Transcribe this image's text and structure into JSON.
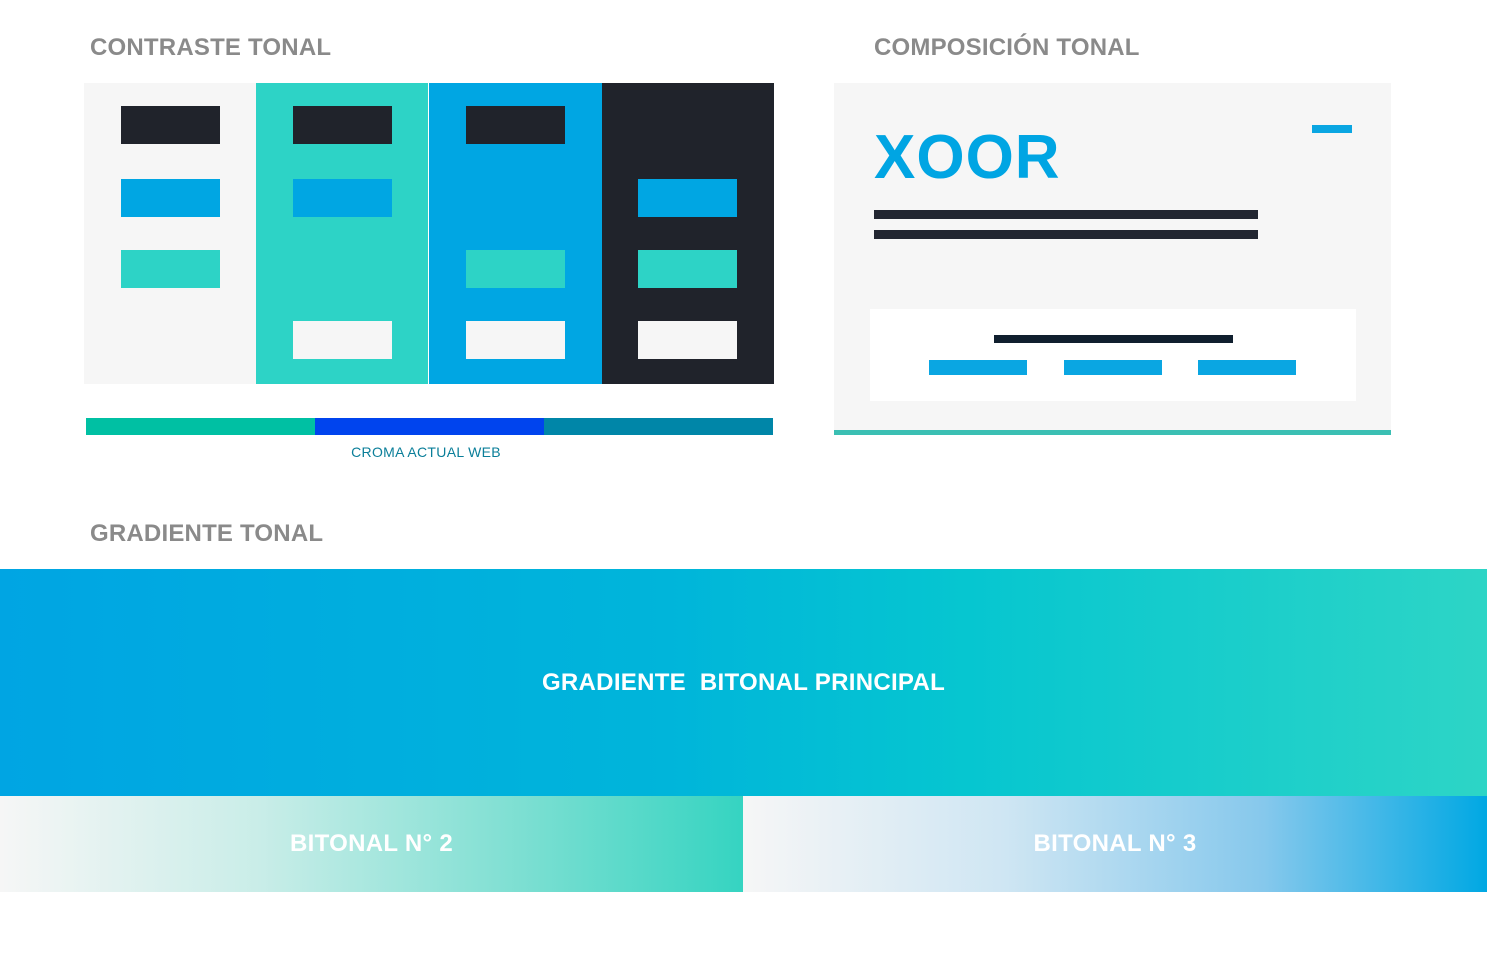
{
  "headings": {
    "contraste": "CONTRASTE TONAL",
    "composicion": "COMPOSICIÓN TONAL",
    "gradiente": "GRADIENTE TONAL"
  },
  "colors": {
    "light": "#f6f6f6",
    "turquoise": "#2dd3c6",
    "blue": "#00a6e3",
    "dark": "#20232b",
    "croma_green": "#00c0a3",
    "croma_blue": "#0044ee",
    "croma_teal": "#0086a8"
  },
  "contrast_columns": [
    {
      "background": "light",
      "swatches": [
        "dark",
        "blue",
        "turquoise",
        null
      ]
    },
    {
      "background": "turquoise",
      "swatches": [
        "dark",
        "blue",
        null,
        "light"
      ]
    },
    {
      "background": "blue",
      "swatches": [
        "dark",
        null,
        "turquoise",
        "light"
      ]
    },
    {
      "background": "dark",
      "swatches": [
        null,
        "blue",
        "turquoise",
        "light"
      ]
    }
  ],
  "croma": {
    "label": "CROMA ACTUAL WEB"
  },
  "composicion": {
    "logo": "XOOR"
  },
  "gradients": {
    "main_label": "GRADIENTE  BITONAL PRINCIPAL",
    "bitonal_2_label": "BITONAL N° 2",
    "bitonal_3_label": "BITONAL N° 3"
  }
}
